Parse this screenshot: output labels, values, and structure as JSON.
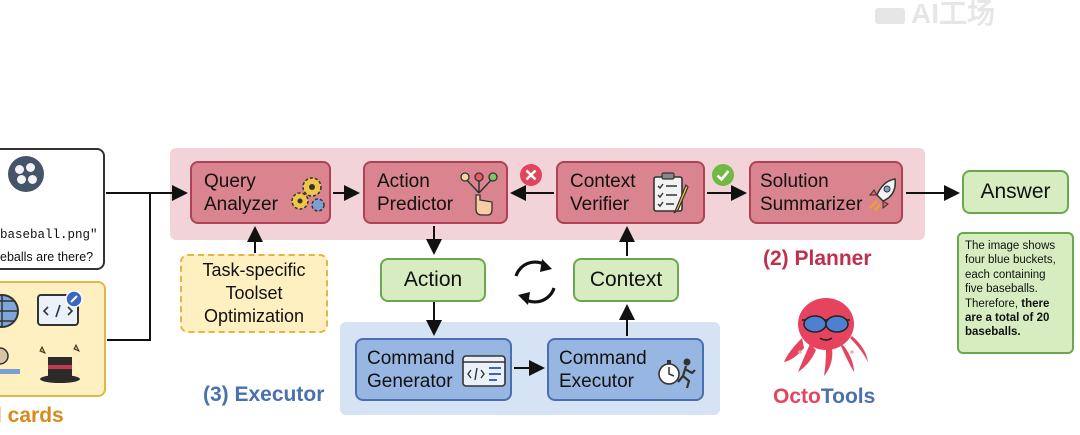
{
  "watermark": "AI工场",
  "query_card": {
    "filename": "baseball.png\"",
    "question": "eballs are there?"
  },
  "tool_cards_label": "l cards",
  "planner": {
    "title": "(2) Planner",
    "query_analyzer": [
      "Query",
      "Analyzer"
    ],
    "action_predictor": [
      "Action",
      "Predictor"
    ],
    "context_verifier": [
      "Context",
      "Verifier"
    ],
    "solution_summarizer": [
      "Solution",
      "Summarizer"
    ]
  },
  "toolset": [
    "Task-specific",
    "Toolset",
    "Optimization"
  ],
  "action_label": "Action",
  "context_label": "Context",
  "executor": {
    "title": "(3) Executor",
    "command_generator": [
      "Command",
      "Generator"
    ],
    "command_executor": [
      "Command",
      "Executor"
    ]
  },
  "answer": {
    "label": "Answer",
    "text_plain": "The image shows four blue buckets, each containing five baseballs. Therefore,",
    "text_bold": "there are a total of 20 baseballs."
  },
  "brand": {
    "octo": "Octo",
    "tools": "Tools"
  },
  "colors": {
    "planner_panel": "#f2d3d8",
    "planner_box": "#d9848f",
    "executor_panel": "#d6e3f4",
    "executor_box": "#98b6e2",
    "green_box": "#d7edc1",
    "toolset_box": "#fff0c2",
    "planner_title": "#c0304d",
    "executor_title": "#4a70ad",
    "tool_cards": "#d98a1c",
    "octopus": "#e6445e"
  }
}
